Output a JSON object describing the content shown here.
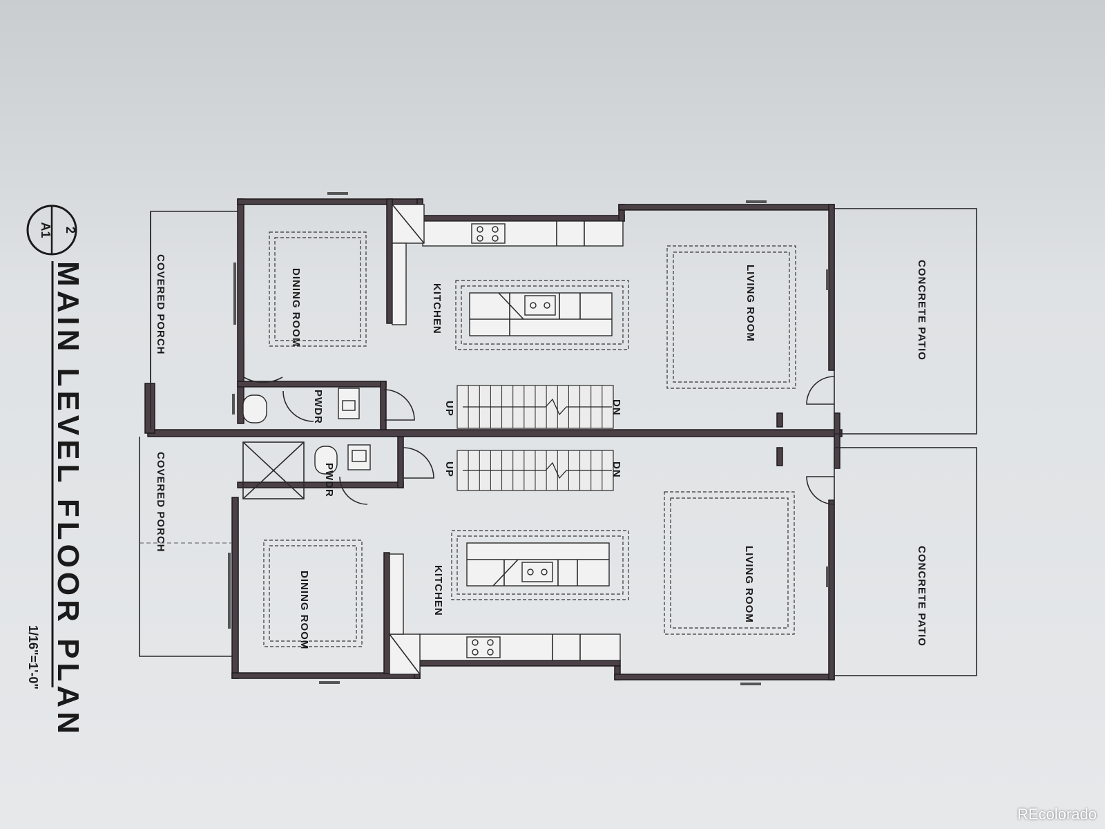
{
  "plan": {
    "title": "MAIN LEVEL FLOOR PLAN",
    "scale": "1/16\"=1'-0\"",
    "detail_number": "2",
    "sheet_ref": "A1"
  },
  "units": [
    {
      "covered_porch": "COVERED PORCH",
      "dining_room": "DINING ROOM",
      "kitchen": "KITCHEN",
      "living_room": "LIVING ROOM",
      "powder": "PWDR",
      "concrete_patio": "CONCRETE PATIO",
      "stair_up": "UP",
      "stair_down": "DN"
    },
    {
      "covered_porch": "COVERED PORCH",
      "dining_room": "DINING ROOM",
      "kitchen": "KITCHEN",
      "living_room": "LIVING ROOM",
      "powder": "PWDR",
      "concrete_patio": "CONCRETE PATIO",
      "stair_up": "UP",
      "stair_down": "DN"
    }
  ],
  "watermark": "REcolorado"
}
